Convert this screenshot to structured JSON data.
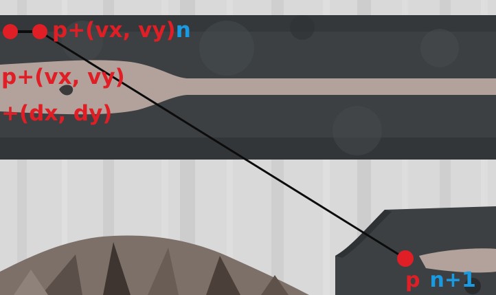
{
  "labels": {
    "top_formula": "p+(vx, vy)",
    "top_index": "n",
    "mid_formula_line1": "p+(vx, vy)",
    "mid_formula_line2": "+(dx, dy)",
    "bottom_point": "p",
    "bottom_index": "n+1"
  },
  "colors": {
    "marker": "#e01e25",
    "label_red": "#e01e25",
    "label_blue": "#1a9ae0",
    "line": "#0c0c0c",
    "slab": "#3c4042",
    "slab_dark": "#2f3234",
    "groove": "#b2a29b",
    "background": "#d9d9d9",
    "stripe": "#c9c9c9",
    "rock": "#7d7069",
    "rock_dark": "#3e3530"
  }
}
